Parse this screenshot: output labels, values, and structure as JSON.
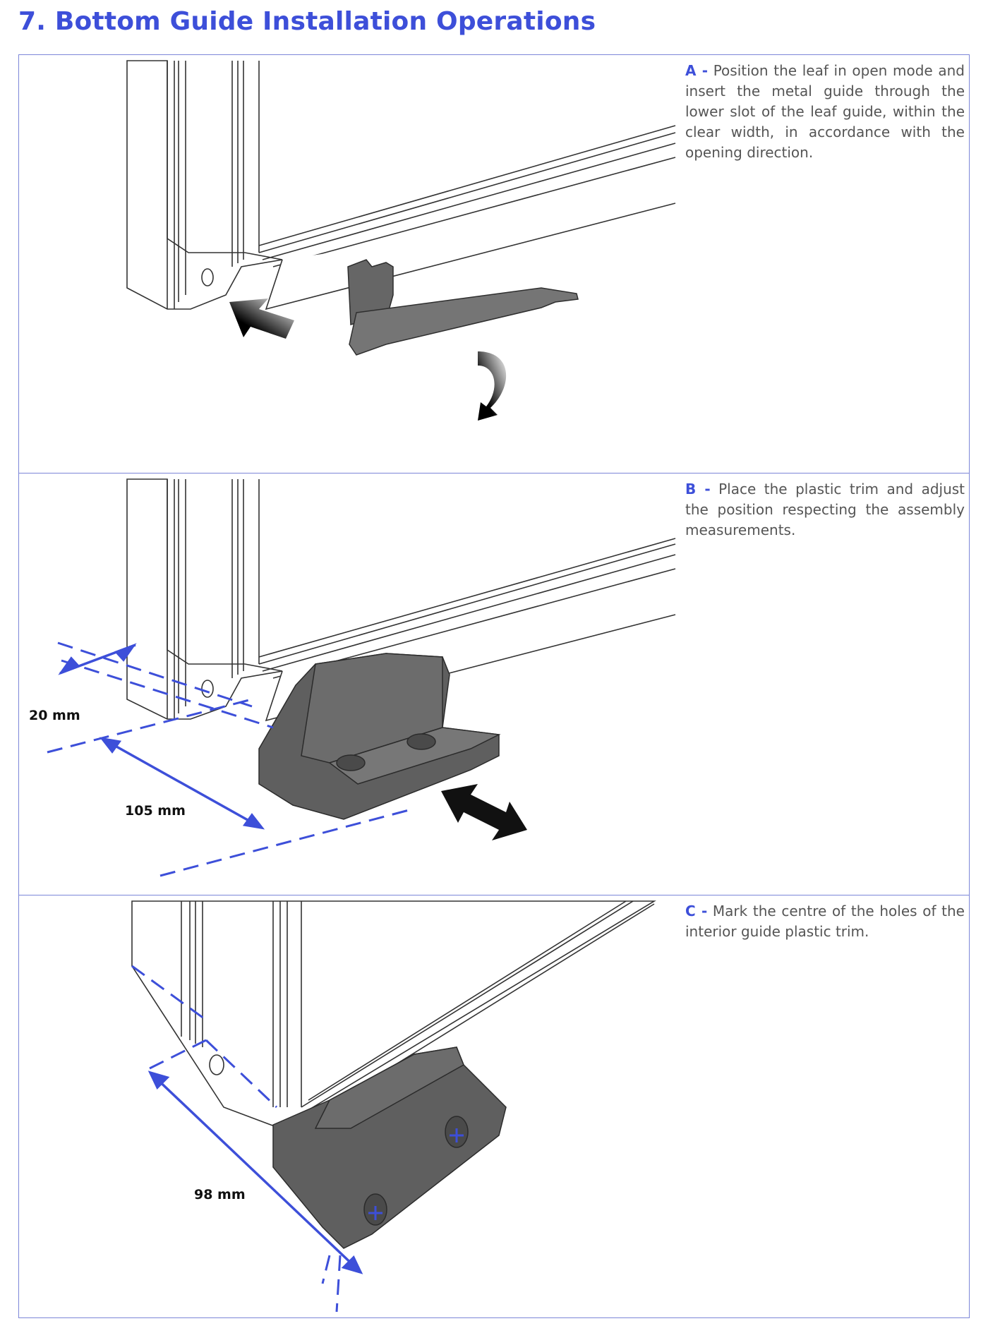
{
  "page": {
    "title": "7. Bottom Guide Installation Operations"
  },
  "steps": [
    {
      "letter": "A -",
      "text": "Position the leaf in open mode and insert the metal guide through the lower slot of the leaf guide, within the clear width, in accordance with the opening direction."
    },
    {
      "letter": "B -",
      "text": "Place the plastic trim and adjust the position respecting the assembly measurements."
    },
    {
      "letter": "C -",
      "text": "Mark the centre of the holes of the interior guide plastic trim."
    }
  ],
  "dimensions": {
    "b_edge": "20 mm",
    "b_depth": "105 mm",
    "c_length": "98 mm"
  },
  "colors": {
    "accent": "#3d4fd9",
    "border": "#7c86d8",
    "part": "#5f5f5f",
    "text": "#555555"
  },
  "icons": [
    "push-arrow-icon",
    "rotate-arrow-icon",
    "slide-arrow-icon"
  ]
}
